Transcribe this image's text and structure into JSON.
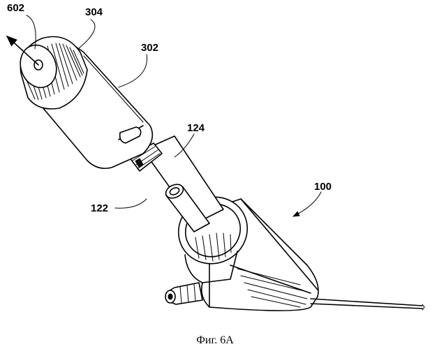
{
  "figure": {
    "caption": "Фиг. 6А",
    "labels": {
      "ref_602": "602",
      "ref_304": "304",
      "ref_302": "302",
      "ref_124": "124",
      "ref_122": "122",
      "ref_100": "100"
    }
  }
}
